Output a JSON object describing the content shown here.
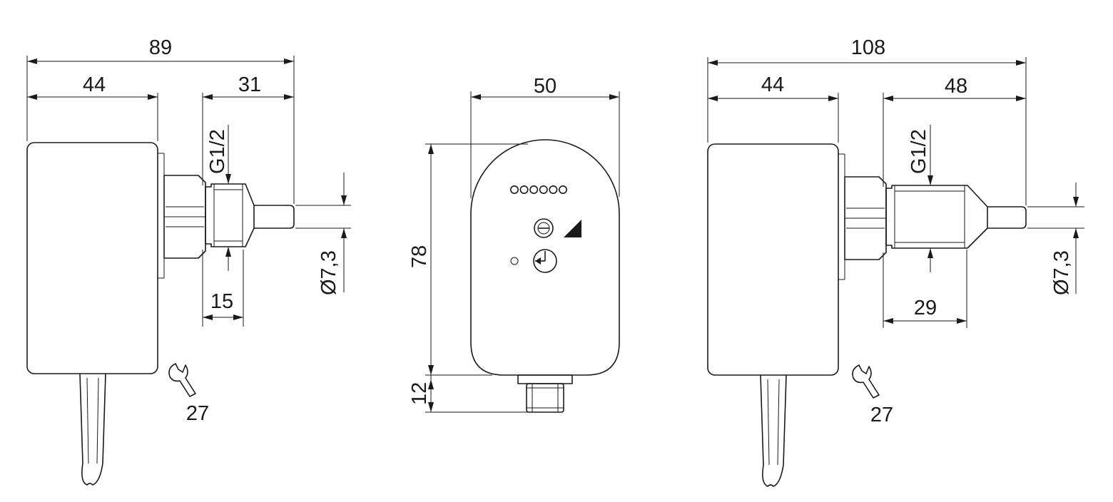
{
  "left_view": {
    "overall_length": "89",
    "housing_length": "44",
    "probe_length": "31",
    "thread_size": "G1/2",
    "thread_length": "15",
    "probe_diameter": "Ø7,3",
    "wrench_size": "27"
  },
  "front_view": {
    "width": "50",
    "height": "78",
    "connector_height": "12",
    "led_count": 6
  },
  "right_view": {
    "overall_length": "108",
    "housing_length": "44",
    "probe_length": "48",
    "thread_size": "G1/2",
    "thread_length": "29",
    "probe_diameter": "Ø7,3",
    "wrench_size": "27"
  }
}
